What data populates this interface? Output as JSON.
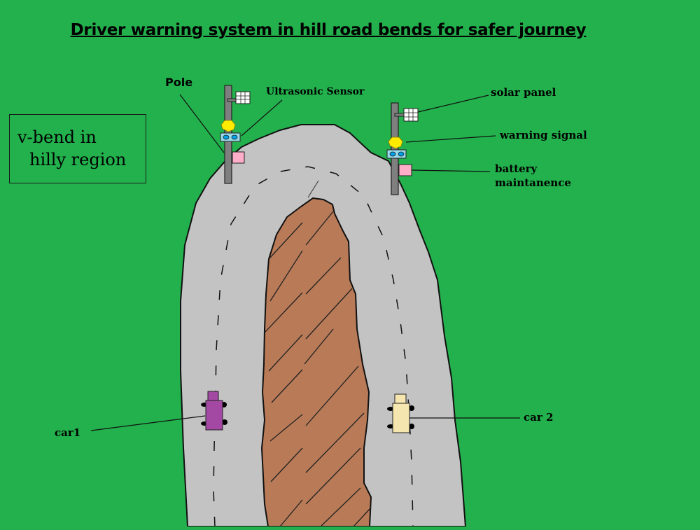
{
  "title": "Driver warning system in hill road bends for safer journey",
  "region_label": {
    "line1": "v-bend in",
    "line2": "hilly region"
  },
  "labels": {
    "pole": "Pole",
    "ultrasonic_sensor": "Ultrasonic Sensor",
    "solar_panel": "solar panel",
    "warning_signal": "warning signal",
    "battery_line1": "battery",
    "battery_line2": "maintanence",
    "car1": "car1",
    "car2": "car 2"
  },
  "colors": {
    "grass": "#22b14c",
    "road": "#c3c3c3",
    "hill": "#b97a57",
    "pole": "#7f7f7f",
    "warning_light": "#ffeb00",
    "sensor_box": "#99d9ea",
    "sensor_eye": "#00a2e8",
    "battery_box": "#ffaec9",
    "car1": "#a349a4",
    "car2": "#f5e6b0"
  }
}
